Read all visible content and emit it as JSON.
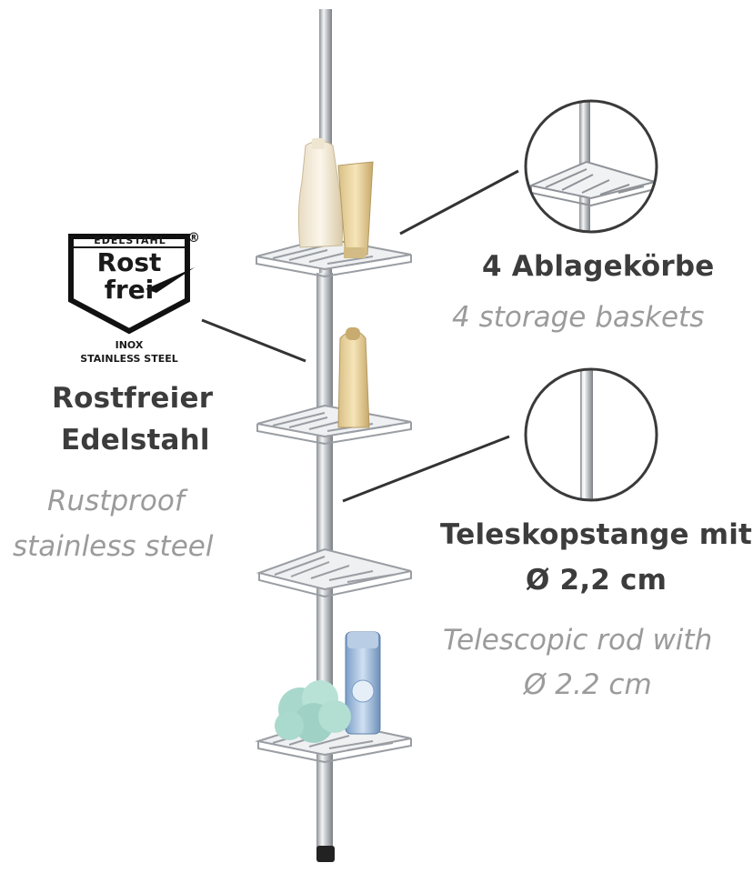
{
  "logo": {
    "top_text": "EDELSTAHL",
    "registered": "®",
    "line1": "Rost",
    "line2": "frei",
    "sub1": "INOX",
    "sub2": "STAINLESS STEEL"
  },
  "left_feature": {
    "title_line1": "Rostfreier",
    "title_line2": "Edelstahl",
    "sub_line1": "Rustproof",
    "sub_line2": "stainless steel"
  },
  "right_feature_top": {
    "title": "4 Ablagekörbe",
    "sub": "4 storage baskets"
  },
  "right_feature_bottom": {
    "title_line1": "Teleskopstange mit",
    "title_line2": "Ø 2,2 cm",
    "sub_line1": "Telescopic rod with",
    "sub_line2": "Ø 2.2 cm"
  },
  "colors": {
    "dark_text": "#3c3c3c",
    "light_text": "#9b9b9b",
    "chrome": "#c9ccd0"
  }
}
